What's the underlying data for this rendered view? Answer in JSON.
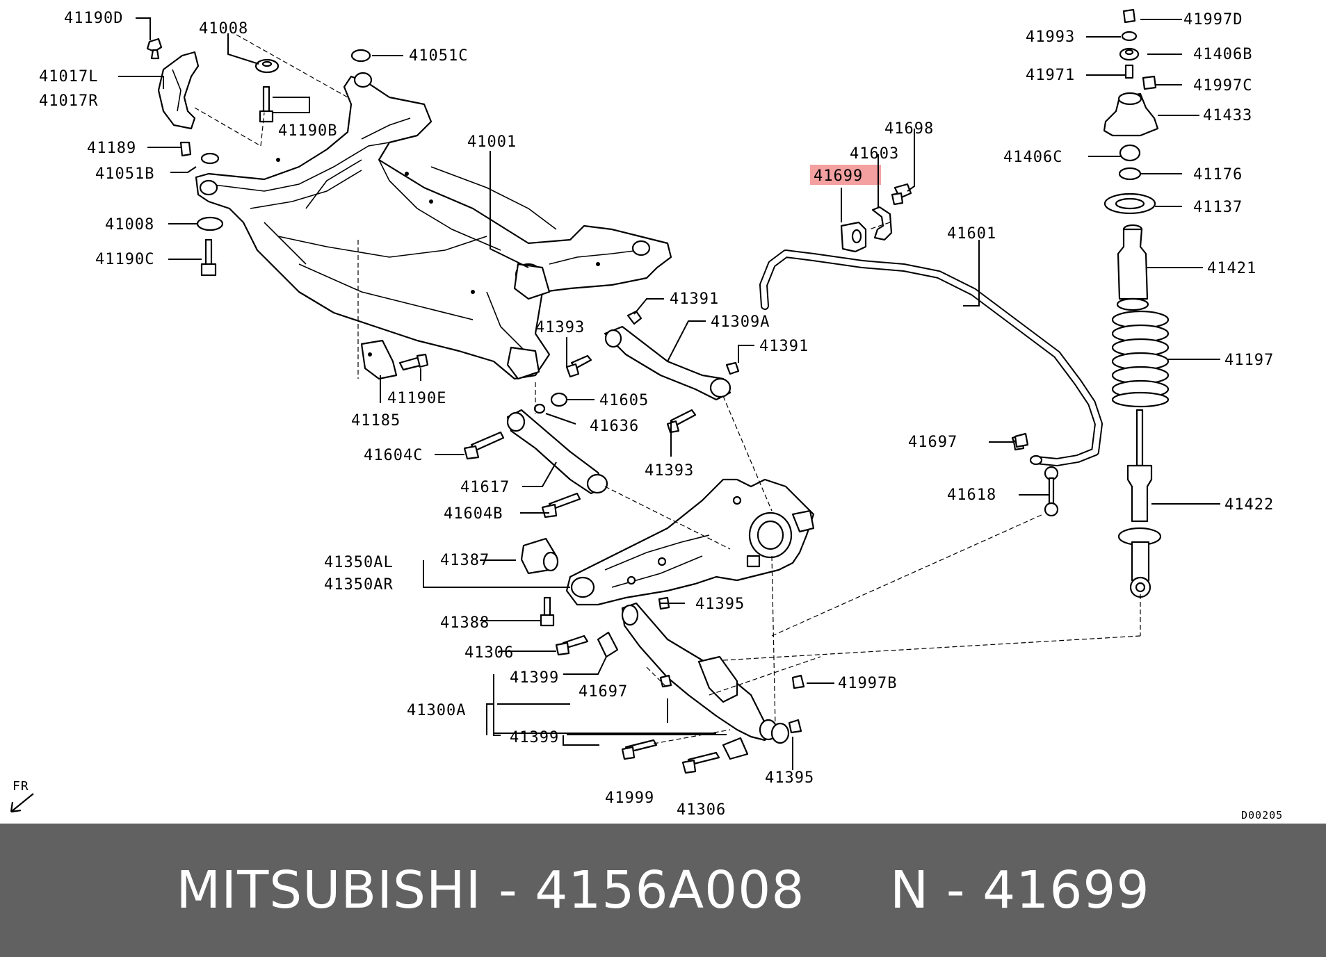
{
  "diagram": {
    "highlight_color": "#f4a0a0",
    "labels": {
      "l41190D": "41190D",
      "l41008a": "41008",
      "l41051C": "41051C",
      "l41017L": "41017L",
      "l41017R": "41017R",
      "l41190B": "41190B",
      "l41189": "41189",
      "l41051B": "41051B",
      "l41008b": "41008",
      "l41190C": "41190C",
      "l41001": "41001",
      "l41185": "41185",
      "l41190E": "41190E",
      "l41391a": "41391",
      "l41393a": "41393",
      "l41309A": "41309A",
      "l41391b": "41391",
      "l41605": "41605",
      "l41636": "41636",
      "l41393b": "41393",
      "l41604C": "41604C",
      "l41617": "41617",
      "l41604B": "41604B",
      "l41350AL": "41350AL",
      "l41350AR": "41350AR",
      "l41387": "41387",
      "l41388": "41388",
      "l41306a": "41306",
      "l41395a": "41395",
      "l41399a": "41399",
      "l41697a": "41697",
      "l41300A": "41300A",
      "l41399b": "41399",
      "l41999": "41999",
      "l41306b": "41306",
      "l41395b": "41395",
      "l41997B": "41997B",
      "l41698": "41698",
      "l41603": "41603",
      "l41699": "41699",
      "l41601": "41601",
      "l41697b": "41697",
      "l41618": "41618",
      "l41997D": "41997D",
      "l41993": "41993",
      "l41406B": "41406B",
      "l41971": "41971",
      "l41997C": "41997C",
      "l41433": "41433",
      "l41406C": "41406C",
      "l41176": "41176",
      "l41137": "41137",
      "l41421": "41421",
      "l41197": "41197",
      "l41422": "41422"
    },
    "direction_marker": "FR",
    "drawing_code": "D00205"
  },
  "footer": {
    "brand": "MITSUBISHI",
    "part_number": "4156A008",
    "ref_prefix": "N",
    "ref_number": "41699"
  }
}
